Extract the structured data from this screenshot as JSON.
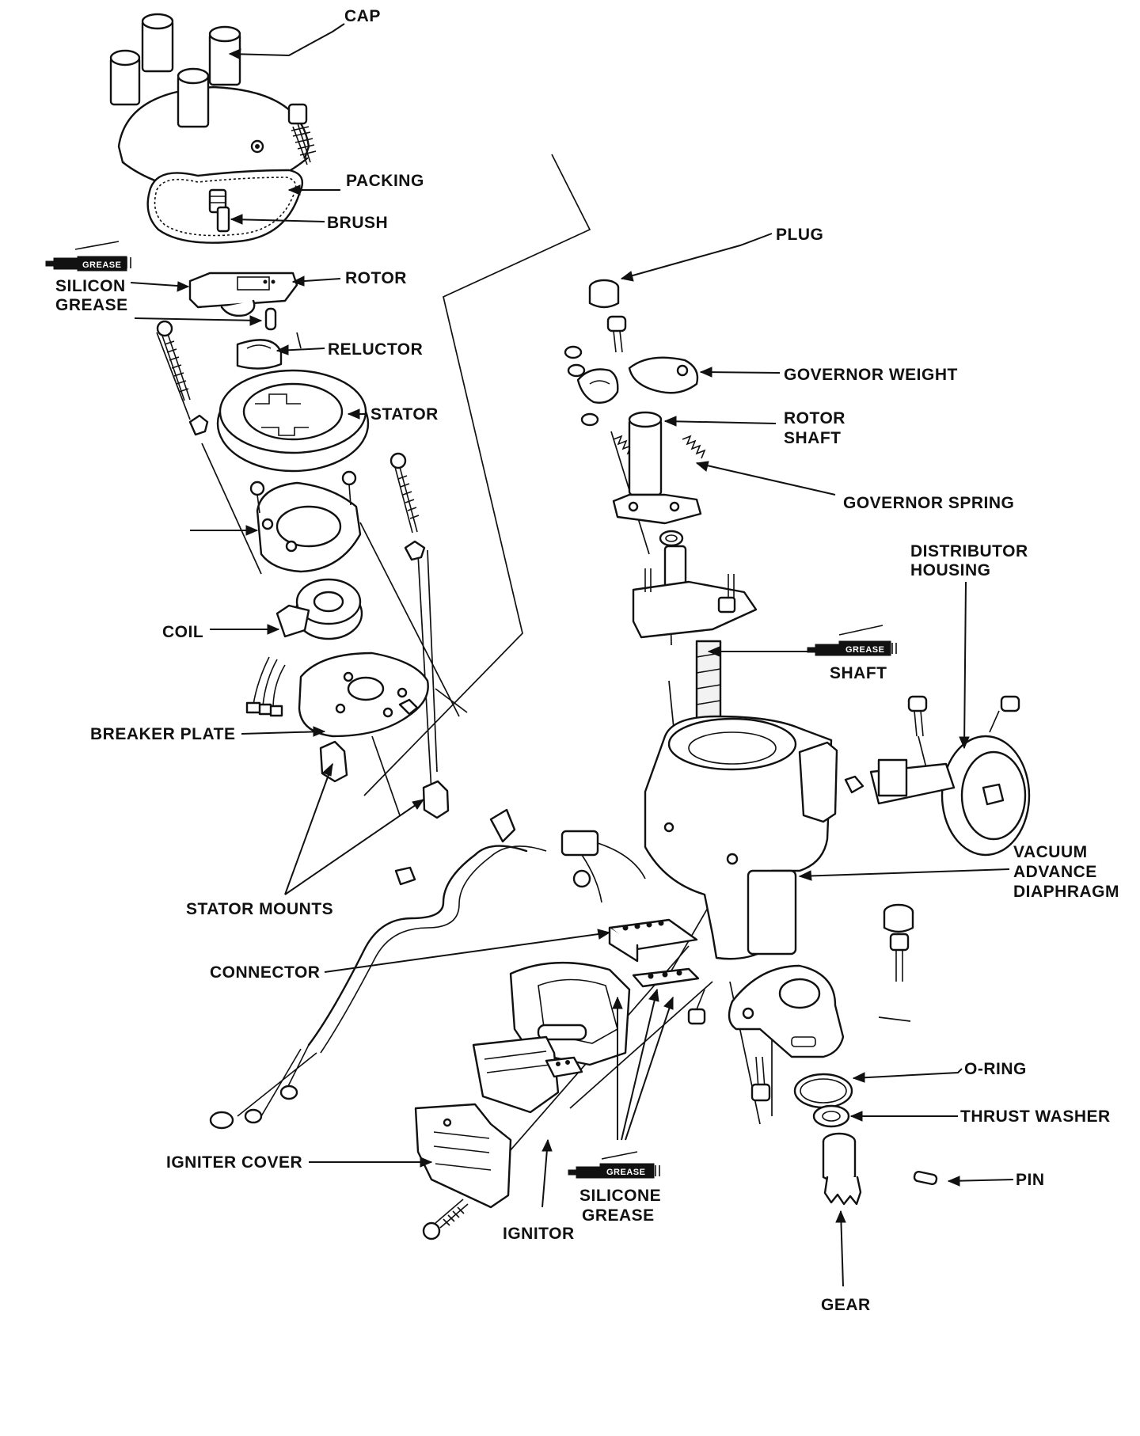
{
  "labels": {
    "cap": "CAP",
    "packing": "PACKING",
    "brush": "BRUSH",
    "rotor": "ROTOR",
    "silicon_grease_1": "SILICON",
    "silicon_grease_2": "GREASE",
    "reluctor": "RELUCTOR",
    "stator": "STATOR",
    "coil": "COIL",
    "breaker_plate": "BREAKER PLATE",
    "stator_mounts": "STATOR MOUNTS",
    "connector": "CONNECTOR",
    "igniter_cover": "IGNITER COVER",
    "ignitor": "IGNITOR",
    "silicone_grease_1": "SILICONE",
    "silicone_grease_2": "GREASE",
    "plug": "PLUG",
    "governor_weight": "GOVERNOR WEIGHT",
    "rotor_shaft_1": "ROTOR",
    "rotor_shaft_2": "SHAFT",
    "governor_spring": "GOVERNOR SPRING",
    "distributor_housing_1": "DISTRIBUTOR",
    "distributor_housing_2": "HOUSING",
    "shaft": "SHAFT",
    "vacuum_advance_1": "VACUUM",
    "vacuum_advance_2": "ADVANCE",
    "vacuum_advance_3": "DIAPHRAGM",
    "o_ring": "O-RING",
    "thrust_washer": "THRUST WASHER",
    "pin": "PIN",
    "gear": "GEAR"
  },
  "grease_tube_text": "GREASE"
}
